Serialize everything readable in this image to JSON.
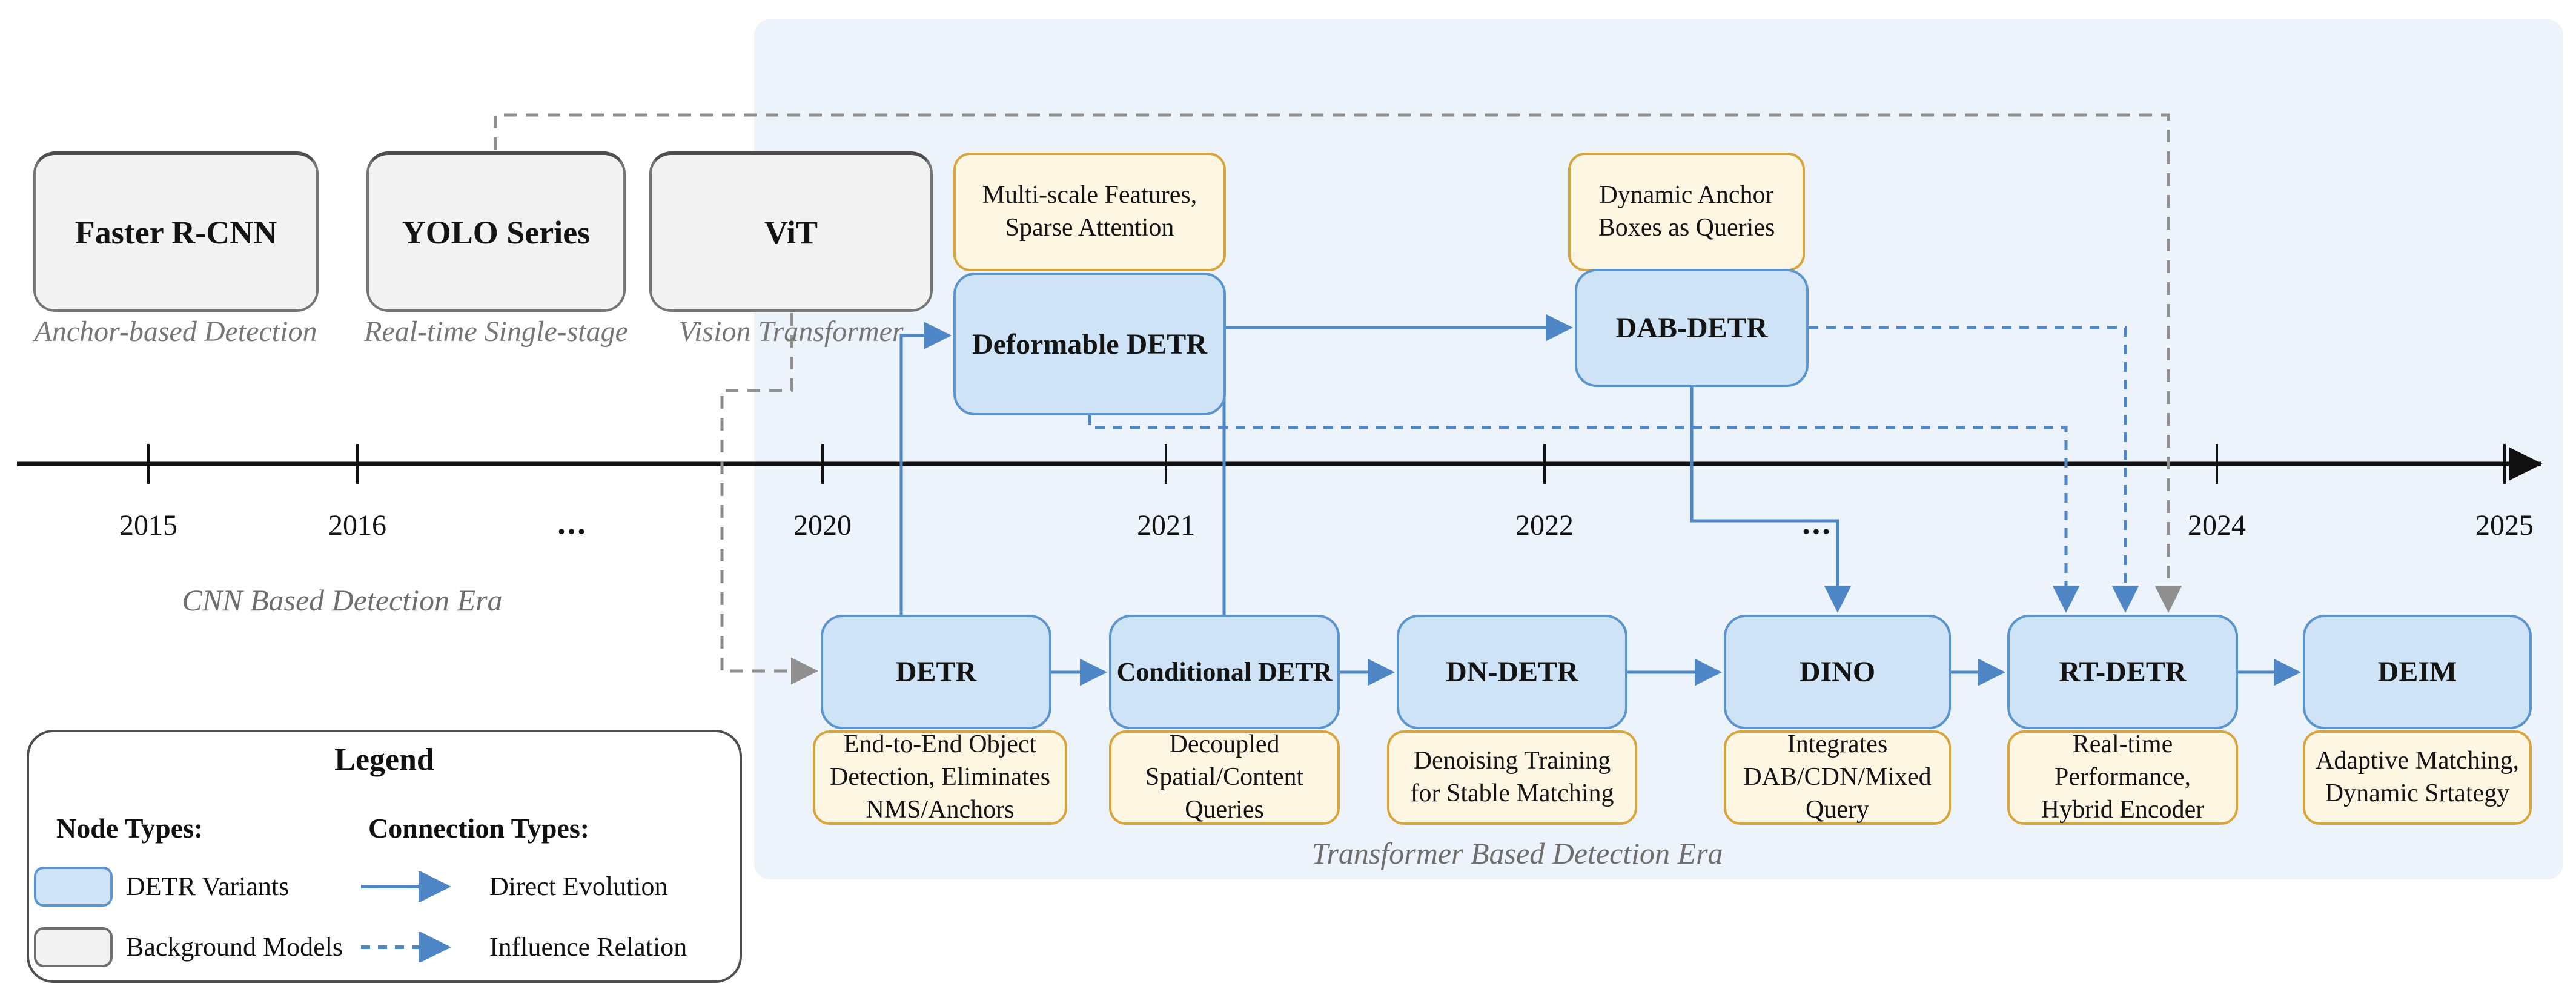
{
  "colors": {
    "variant_fill": "#cfe3f6",
    "variant_border": "#5b94ce",
    "background_model_fill": "#f2f2f2",
    "background_model_border": "#757575",
    "note_fill": "#fdf6e3",
    "note_border": "#d9a43b",
    "direct_evolution_arrow": "#4e86c6",
    "influence_gray_arrow": "#8f8f8f",
    "timeline_axis": "#111111",
    "era_panel": "#edf3fa"
  },
  "eras": {
    "cnn": "CNN Based Detection Era",
    "transformer": "Transformer Based Detection Era"
  },
  "timeline": {
    "years": [
      "2015",
      "2016",
      "2020",
      "2021",
      "2022",
      "2024",
      "2025"
    ],
    "ellipsis": "..."
  },
  "background_models": [
    {
      "label": "Faster R-CNN",
      "caption": "Anchor-based Detection"
    },
    {
      "label": "YOLO Series",
      "caption": "Real-time Single-stage"
    },
    {
      "label": "ViT",
      "caption": "Vision Transformer"
    }
  ],
  "upper_variants": [
    {
      "label": "Deformable DETR",
      "note": "Multi-scale Features, Sparse Attention"
    },
    {
      "label": "DAB-DETR",
      "note": "Dynamic Anchor Boxes as Queries"
    }
  ],
  "lower_variants": [
    {
      "label": "DETR",
      "note": "End-to-End Object Detection, Eliminates NMS/Anchors"
    },
    {
      "label": "Conditional DETR",
      "note": "Decoupled Spatial/Content Queries"
    },
    {
      "label": "DN-DETR",
      "note": "Denoising Training for Stable Matching"
    },
    {
      "label": "DINO",
      "note": "Integrates DAB/CDN/Mixed Query"
    },
    {
      "label": "RT-DETR",
      "note": "Real-time Performance, Hybrid Encoder"
    },
    {
      "label": "DEIM",
      "note": "Adaptive Matching, Dynamic Srtategy"
    }
  ],
  "legend": {
    "title": "Legend",
    "node_types_header": "Node Types:",
    "connection_types_header": "Connection Types:",
    "detr_variants_label": "DETR Variants",
    "background_models_label": "Background Models",
    "direct_evolution_label": "Direct Evolution",
    "influence_relation_label": "Influence Relation"
  }
}
